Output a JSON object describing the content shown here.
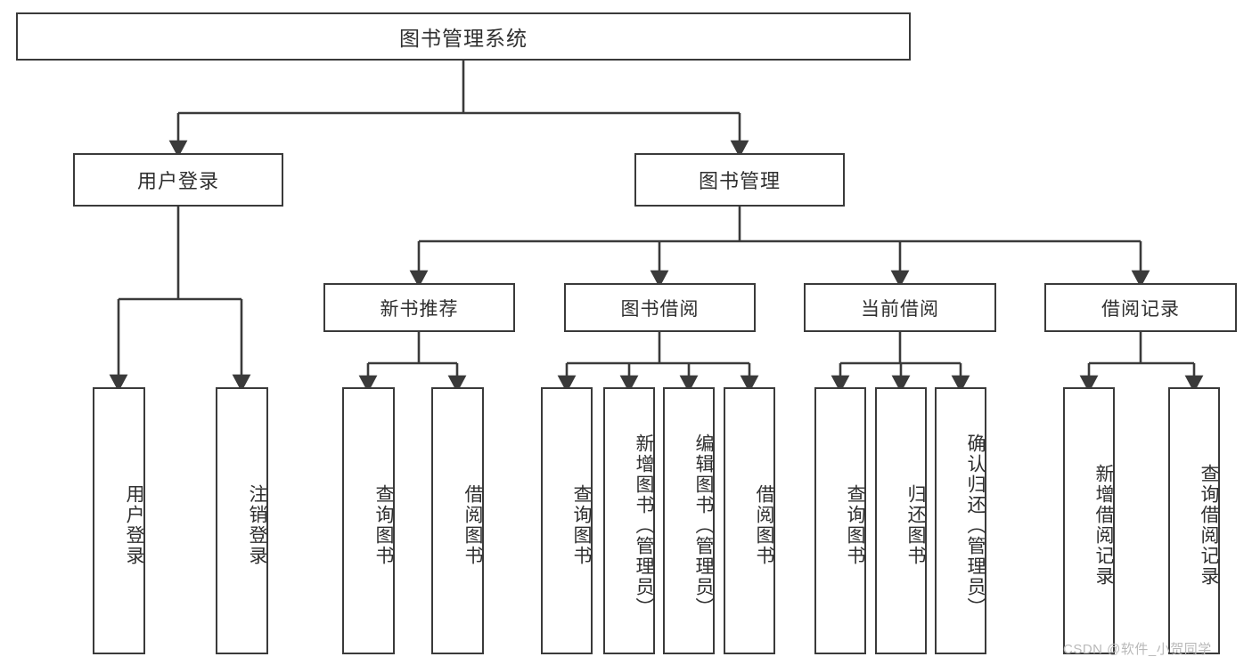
{
  "diagram": {
    "title": "图书管理系统",
    "type": "tree-hierarchy",
    "root": {
      "label": "图书管理系统"
    },
    "level2": [
      {
        "label": "用户登录"
      },
      {
        "label": "图书管理"
      }
    ],
    "level3": [
      {
        "label": "新书推荐"
      },
      {
        "label": "图书借阅"
      },
      {
        "label": "当前借阅"
      },
      {
        "label": "借阅记录"
      }
    ],
    "leaves": {
      "user_login": [
        {
          "label": "用户登录"
        },
        {
          "label": "注销登录"
        }
      ],
      "new_book_recommend": [
        {
          "label": "查询图书"
        },
        {
          "label": "借阅图书"
        }
      ],
      "book_borrow": [
        {
          "label": "查询图书"
        },
        {
          "label": "新增图书（管理员）"
        },
        {
          "label": "编辑图书（管理员）"
        },
        {
          "label": "借阅图书"
        }
      ],
      "current_borrow": [
        {
          "label": "查询图书"
        },
        {
          "label": "归还图书"
        },
        {
          "label": "确认归还（管理员）"
        }
      ],
      "borrow_record": [
        {
          "label": "新增借阅记录"
        },
        {
          "label": "查询借阅记录"
        }
      ]
    }
  },
  "watermark": {
    "text": "CSDN @软件_小贺同学"
  },
  "colors": {
    "border": "#3a3a3a",
    "text": "#2f2f2f",
    "background": "#ffffff",
    "watermark": "#b9b9b9"
  }
}
